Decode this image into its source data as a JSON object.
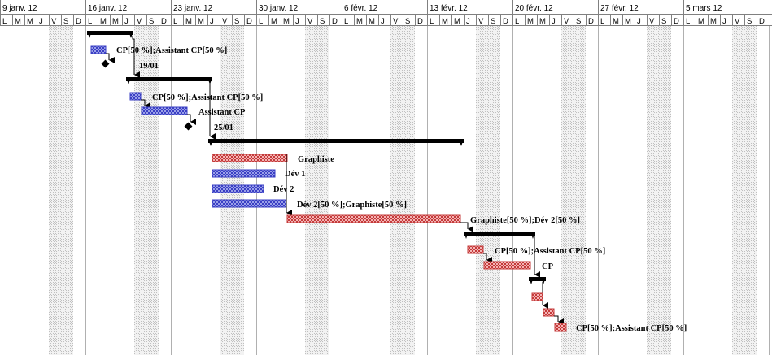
{
  "timescale": {
    "weeks": [
      "9 janv. 12",
      "16 janv. 12",
      "23 janv. 12",
      "30 janv. 12",
      "6 févr. 12",
      "13 févr. 12",
      "20 févr. 12",
      "27 févr. 12",
      "5 mars 12"
    ],
    "day_letters": [
      "L",
      "M",
      "M",
      "J",
      "V",
      "S",
      "D"
    ]
  },
  "colors": {
    "summary": "#000000",
    "task_blue": "#3a3fc4",
    "task_blue_fill": "#9aa0e8",
    "task_red": "#c43a3a",
    "task_red_fill": "#f0a0a0",
    "weekend_shade": "#d8d8d8",
    "gridline": "#b0b0b0"
  },
  "labels": {
    "row1": "CP[50 %];Assistant CP[50 %]",
    "ms1": "19/01",
    "row4": "CP[50 %];Assistant CP[50 %]",
    "row5": "Assistant CP",
    "ms2": "25/01",
    "graphiste": "Graphiste",
    "dev1": "Dév 1",
    "dev2": "Dév 2",
    "dev2graph": "Dév 2[50 %];Graphiste[50 %]",
    "graphdev2": "Graphiste[50 %];Dév 2[50 %]",
    "cpassist2": "CP[50 %];Assistant CP[50 %]",
    "cp": "CP",
    "cpassist3": "CP[50 %];Assistant CP[50 %]"
  }
}
